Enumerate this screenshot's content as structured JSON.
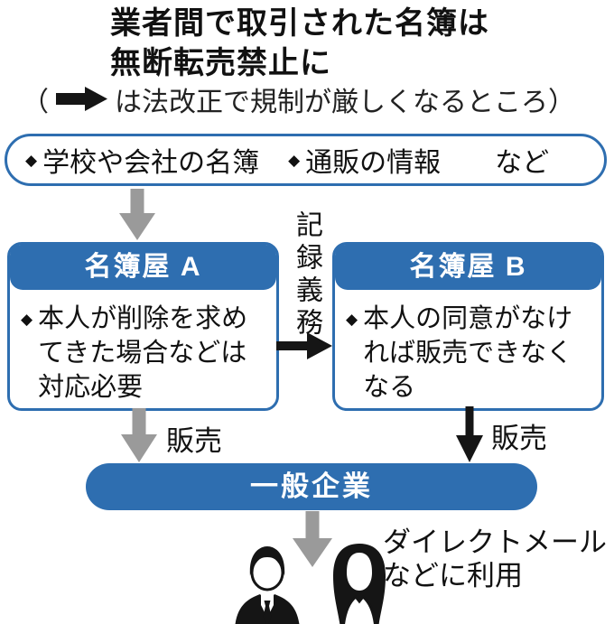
{
  "title": {
    "line1": "業者間で取引された名簿は",
    "line2": "無断転売禁止に"
  },
  "legend": {
    "prefix": "（",
    "suffix": "は法改正で規制が厳しくなるところ）",
    "arrow_icon": "right-arrow-icon"
  },
  "source_box": {
    "bullet": "◆",
    "item1": "学校や会社の名簿",
    "item2": "通販の情報",
    "suffix": "など"
  },
  "flow": {
    "record_duty_label": "記録義務",
    "sale_label_a": "販売",
    "sale_label_b": "販売"
  },
  "box_a": {
    "header": "名簿屋 A",
    "bullet": "◆",
    "body": "本人が削除を求めてきた場合などは対応必要"
  },
  "box_b": {
    "header": "名簿屋 B",
    "bullet": "◆",
    "body": "本人の同意がなければ販売できなくなる"
  },
  "company_bar": {
    "label": "一般企業"
  },
  "usage": {
    "line1": "ダイレクトメール",
    "line2": "などに利用"
  },
  "icons": {
    "consumers": [
      "man-silhouette-icon",
      "woman-silhouette-icon"
    ],
    "strengthened_arrows": "black-arrow-icon",
    "normal_flow_arrows": "gray-arrow-icon"
  },
  "colors": {
    "accent_blue": "#2e6eb0",
    "arrow_gray": "#9a9a9a",
    "ink_black": "#151515"
  }
}
